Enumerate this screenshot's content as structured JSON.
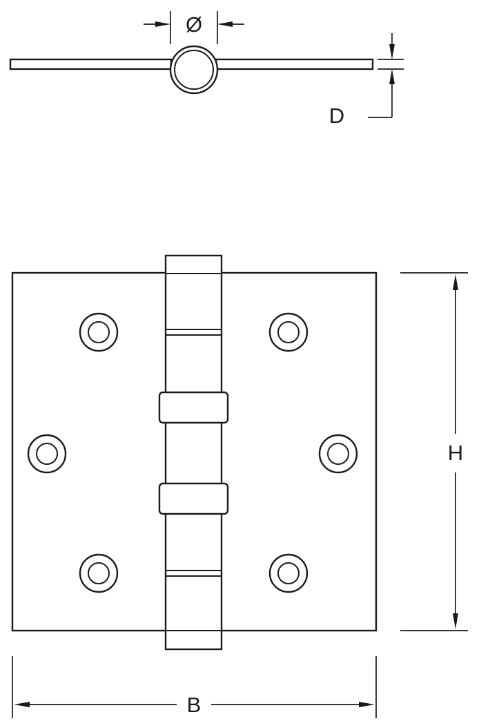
{
  "diagram": {
    "kind": "technical-drawing",
    "labels": {
      "pin_diameter": "Ø",
      "leaf_thickness": "D",
      "height": "H",
      "width": "B"
    },
    "colors": {
      "stroke": "#1a1a1a",
      "background": "#ffffff"
    }
  }
}
